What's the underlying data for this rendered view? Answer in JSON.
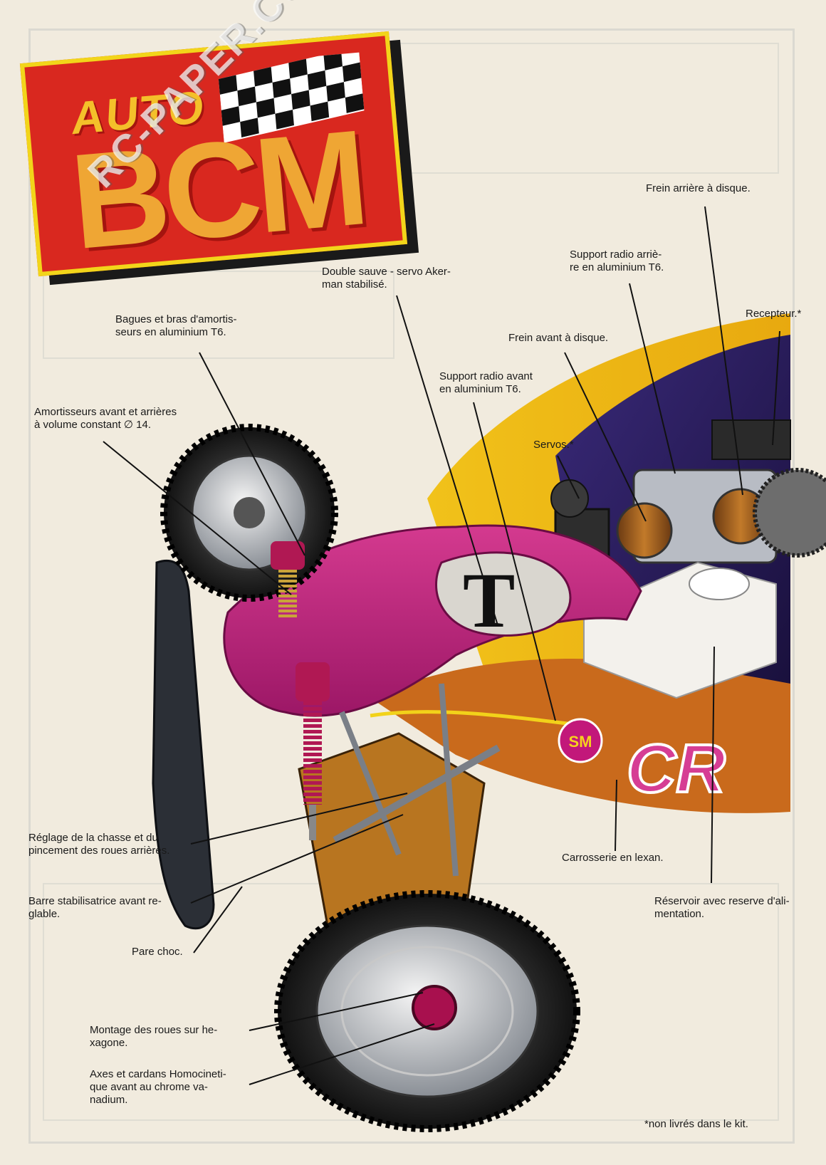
{
  "logo": {
    "line1": "AUTO",
    "line2": "BCM"
  },
  "watermark": "RC-PAPER.COM",
  "body_text": "CR",
  "badge_text": "SM",
  "labels": {
    "frein_arriere": "Frein arrière à disque.",
    "support_radio_arriere": "Support radio arriè-\nre en aluminium T6.",
    "double_sauve_servo": "Double sauve - servo Aker-\nman stabilisé.",
    "recepteur": "Recepteur.*",
    "bagues": "Bagues et bras d'amortis-\nseurs en aluminium T6.",
    "frein_avant": "Frein avant à disque.",
    "support_radio_avant": "Support radio avant\nen aluminium T6.",
    "amortisseurs": "Amortisseurs avant et arrières\nà volume constant ∅ 14.",
    "servos": "Servos.*",
    "reglage": "Réglage de la chasse et du\npincement des roues arrières.",
    "carrosserie": "Carrosserie en lexan.",
    "barre": "Barre stabilisatrice avant re-\nglable.",
    "reservoir": "Réservoir avec reserve d'ali-\nmentation.",
    "pare_choc": "Pare choc.",
    "montage_roues": "Montage des roues sur he-\nxagone.",
    "axes_cardans": "Axes et cardans Homocineti-\nque avant au chrome va-\nnadium.",
    "footnote": "*non livrés dans le kit."
  }
}
